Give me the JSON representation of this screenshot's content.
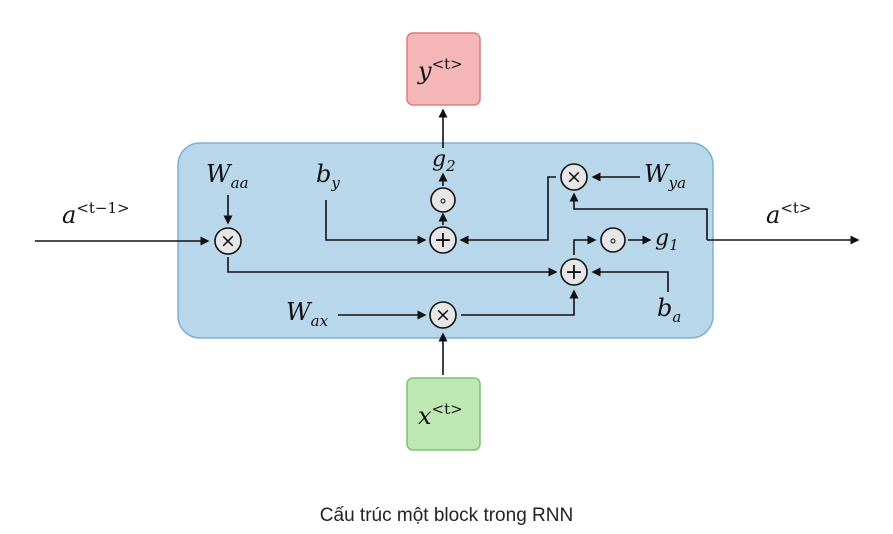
{
  "labels": {
    "y_out": "y",
    "y_out_sup": "<t>",
    "x_in": "x",
    "x_in_sup": "<t>",
    "a_prev": "a",
    "a_prev_sup": "<t−1>",
    "a_next": "a",
    "a_next_sup": "<t>",
    "w_aa": "W",
    "w_aa_sub": "aa",
    "w_ax": "W",
    "w_ax_sub": "ax",
    "w_ya": "W",
    "w_ya_sub": "ya",
    "b_y": "b",
    "b_y_sub": "y",
    "b_a": "b",
    "b_a_sub": "a",
    "g2": "g",
    "g2_sub": "2",
    "g1": "g",
    "g1_sub": "1"
  },
  "operators": {
    "multiply": "×",
    "add": "+",
    "compose": "∘"
  },
  "caption": "Cấu trúc một block trong RNN",
  "colors": {
    "cell_fill": "#b9d7ea",
    "cell_stroke": "#7fb0d3",
    "output_fill": "#f4b6b6",
    "output_stroke": "#dc7f7f",
    "input_fill": "#bde8b4",
    "input_stroke": "#7cc170"
  }
}
